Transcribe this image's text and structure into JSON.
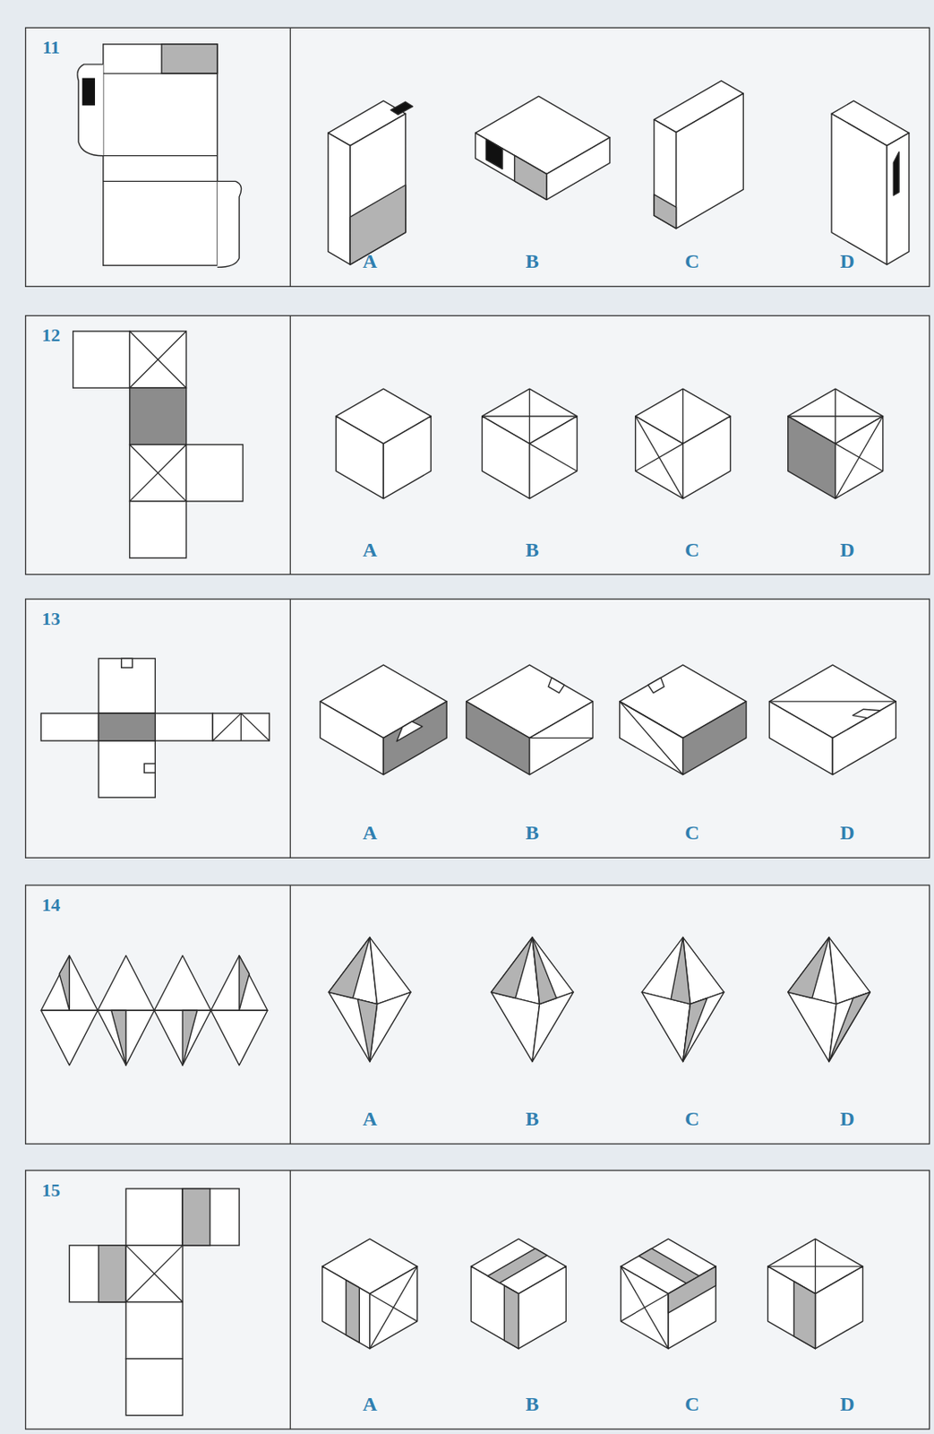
{
  "diagram": {
    "labels": [
      "11",
      "A",
      "B",
      "C",
      "D",
      "12",
      "A",
      "B",
      "C",
      "D",
      "13",
      "A",
      "B",
      "C",
      "D",
      "14",
      "A",
      "B",
      "C",
      "D",
      "15",
      "A",
      "B",
      "C",
      "D"
    ]
  }
}
